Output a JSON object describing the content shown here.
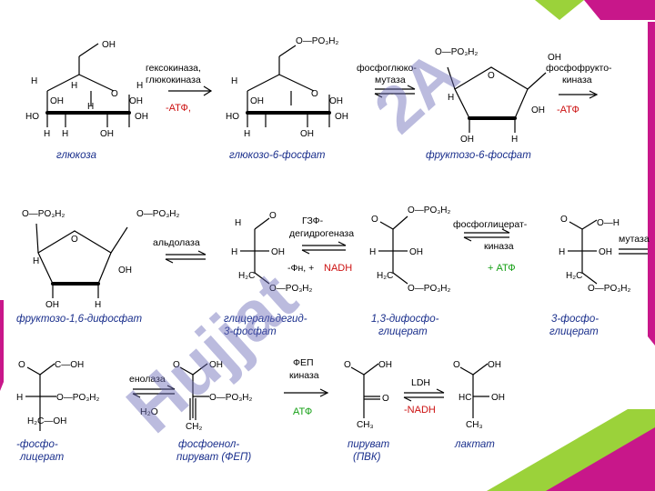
{
  "theme": {
    "accent_magenta": "#c8178a",
    "accent_green": "#9bd23a",
    "caption_color": "#1a2f8c",
    "cofactor_red": "#cc1111",
    "cofactor_green": "#16a016"
  },
  "watermarks": {
    "hujjat": "Hujjat",
    "uz": "2A"
  },
  "row1": {
    "glucose": {
      "caption": "глюкоза",
      "oh": "OH",
      "h": "H",
      "ho": "HO"
    },
    "enzyme1": {
      "line1": "гексокиназа,",
      "line2": "глюкокиназа",
      "cofactor": "-АТФ,"
    },
    "g6p": {
      "caption": "глюкозо-6-фосфат",
      "group": "O—PO₃H₂"
    },
    "enzyme2": {
      "line1": "фосфоглюко-",
      "line2": "мутаза"
    },
    "f6p": {
      "caption": "фруктозо-6-фосфат",
      "group": "O—PO₃H₂"
    },
    "enzyme3": {
      "line1": "фосфофрукто-",
      "line2": "киназа",
      "cofactor": "-АТФ"
    }
  },
  "row2": {
    "f16bp": {
      "caption": "фруктозо-1,6-дифосфат",
      "group_left": "O—PO₃H₂",
      "group_right": "O—PO₃H₂"
    },
    "enzyme4": {
      "line1": "альдолаза"
    },
    "gap": {
      "caption_line1": "глицеральдегид-",
      "caption_line2": "3-фосфат",
      "group": "O—PO₃H₂"
    },
    "enzyme5": {
      "line1": "ГЗФ-",
      "line2": "дегидрогеназа",
      "cofactor_a": "-Фн, +",
      "cofactor_b": "NADH"
    },
    "bpg13": {
      "caption_line1": "1,3-дифосфо-",
      "caption_line2": "глицерат",
      "group": "O—PO₃H₂"
    },
    "enzyme6": {
      "line1": "фосфоглицерат-",
      "line2": "киназа",
      "cofactor": "+ АТФ"
    },
    "pg3": {
      "caption_line1": "3-фосфо-",
      "caption_line2": "глицерат",
      "group": "O—PO₃H₂"
    },
    "enzyme7": {
      "line1": "мутаза"
    }
  },
  "row3": {
    "pg2": {
      "caption_line1": "-фосфо-",
      "caption_line2": "лицерат",
      "group": "O—PO₃H₂"
    },
    "enzyme8": {
      "line1": "енолаза",
      "cofactor": "H₂O"
    },
    "pep": {
      "caption_line1": "фосфоенол-",
      "caption_line2": "пируват (ФЕП)",
      "group": "O—PO₃H₂"
    },
    "enzyme9": {
      "line1": "ФЕП",
      "line2": "киназа",
      "cofactor": "АТФ"
    },
    "pyruvate": {
      "caption_line1": "пируват",
      "caption_line2": "(ПВК)"
    },
    "enzyme10": {
      "line1": "LDH",
      "cofactor": "-NADH"
    },
    "lactate": {
      "caption": "лактат"
    }
  }
}
